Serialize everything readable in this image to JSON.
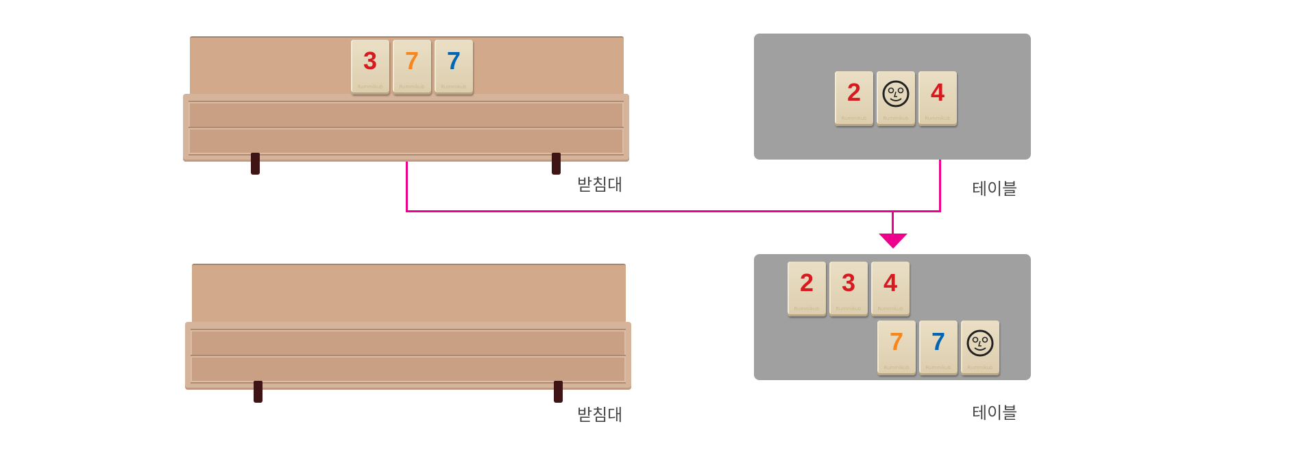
{
  "colors": {
    "red": "#d71920",
    "orange": "#f7861e",
    "blue": "#0066b3",
    "black": "#222",
    "arrow": "#ec008c"
  },
  "tile_brand": "Rummikub",
  "before": {
    "rack": {
      "label": "받침대",
      "tiles": [
        {
          "value": "3",
          "color": "red"
        },
        {
          "value": "7",
          "color": "orange"
        },
        {
          "value": "7",
          "color": "blue"
        }
      ]
    },
    "table": {
      "label": "테이블",
      "tiles": [
        {
          "value": "2",
          "color": "red"
        },
        {
          "value": "joker",
          "color": "black"
        },
        {
          "value": "4",
          "color": "red"
        }
      ]
    }
  },
  "after": {
    "rack": {
      "label": "받침대",
      "tiles": []
    },
    "table": {
      "label": "테이블",
      "rows": [
        [
          {
            "value": "2",
            "color": "red"
          },
          {
            "value": "3",
            "color": "red"
          },
          {
            "value": "4",
            "color": "red"
          }
        ],
        [
          {
            "value": "7",
            "color": "orange"
          },
          {
            "value": "7",
            "color": "blue"
          },
          {
            "value": "joker",
            "color": "black"
          }
        ]
      ]
    }
  }
}
